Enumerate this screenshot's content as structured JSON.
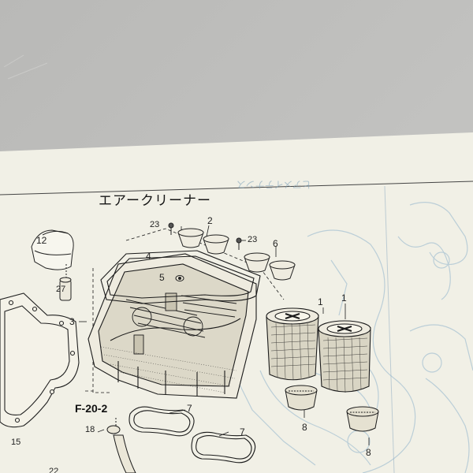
{
  "page": {
    "title": "エアークリーナー",
    "figure_ref": "F-20-2",
    "bleed_through_text": "ヒアメイテナンス",
    "cropped_bottom_label": "22"
  },
  "callouts": {
    "c1a": "1",
    "c1b": "1",
    "c2": "2",
    "c3": "3",
    "c4": "4",
    "c5": "5",
    "c6": "6",
    "c7a": "7",
    "c7b": "7",
    "c8a": "8",
    "c8b": "8",
    "c12": "12",
    "c15": "15",
    "c18": "18",
    "c23a": "23",
    "c23b": "23",
    "c27": "27"
  },
  "colors": {
    "table": "#bdbdbb",
    "paper": "#f1f0e6",
    "ink": "#1c1c1c",
    "bleed_through": "#8fb3cc"
  }
}
